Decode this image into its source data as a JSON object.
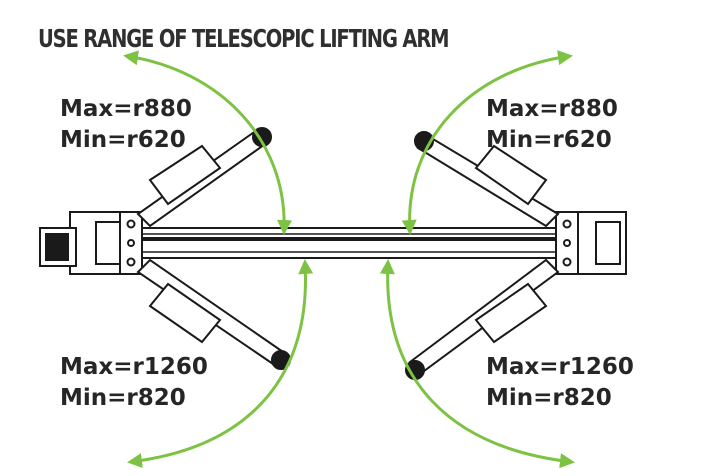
{
  "title": "USE RANGE OF TELESCOPIC LIFTING ARM",
  "arms": {
    "front_left": {
      "max": "Max=r880",
      "min": "Min=r620"
    },
    "front_right": {
      "max": "Max=r880",
      "min": "Min=r620"
    },
    "rear_left": {
      "max": "Max=r1260",
      "min": "Min=r820"
    },
    "rear_right": {
      "max": "Max=r1260",
      "min": "Min=r820"
    }
  },
  "colors": {
    "arc": "#7dc242",
    "line": "#1a1a1a",
    "text": "#262626"
  }
}
